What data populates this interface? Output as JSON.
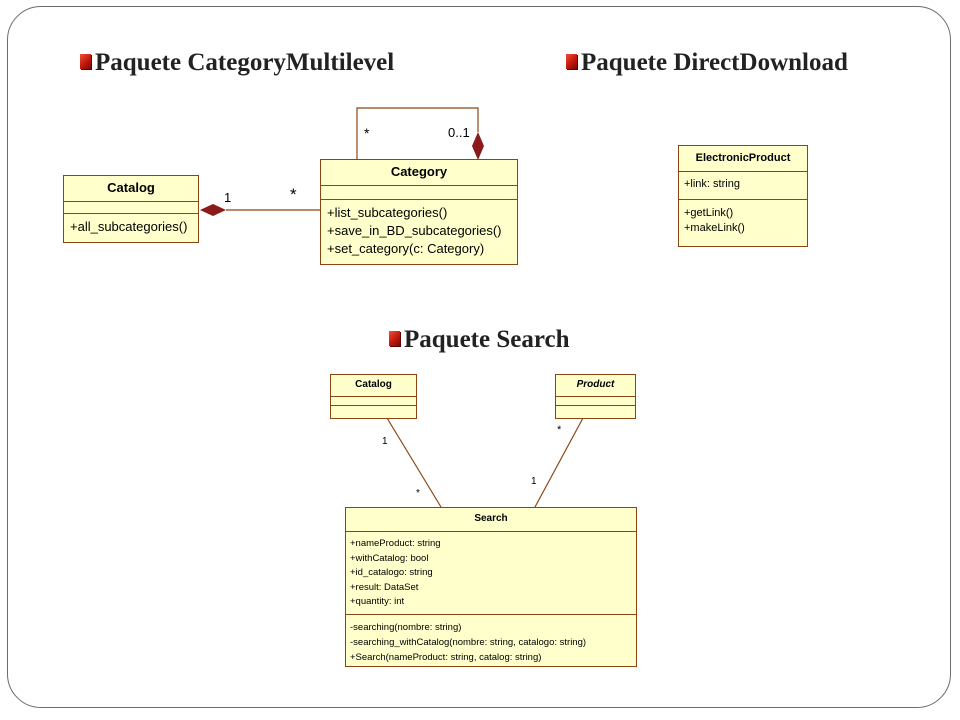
{
  "packages": {
    "category_multilevel": {
      "title": "Paquete CategoryMultilevel"
    },
    "direct_download": {
      "title": "Paquete DirectDownload"
    },
    "search": {
      "title": "Paquete Search"
    }
  },
  "category_multilevel": {
    "catalog": {
      "name": "Catalog",
      "operations": [
        "+all_subcategories()"
      ]
    },
    "category": {
      "name": "Category",
      "operations": [
        "+list_subcategories()",
        "+save_in_BD_subcategories()",
        "+set_category(c: Category)"
      ]
    },
    "multiplicities": {
      "catalog_end": "1",
      "category_end": "*",
      "self_star": "*",
      "self_range": "0..1"
    }
  },
  "direct_download": {
    "electronic_product": {
      "name": "ElectronicProduct",
      "attributes": [
        "+link: string"
      ],
      "operations": [
        "+getLink()",
        "+makeLink()"
      ]
    }
  },
  "search_pkg": {
    "catalog": {
      "name": "Catalog"
    },
    "product": {
      "name": "Product"
    },
    "search": {
      "name": "Search",
      "attributes": [
        "+nameProduct: string",
        "+withCatalog: bool",
        "+id_catalogo: string",
        "+result: DataSet",
        "+quantity: int"
      ],
      "operations": [
        "-searching(nombre: string)",
        "-searching_withCatalog(nombre: string, catalogo: string)",
        "+Search(nameProduct: string, catalog: string)"
      ]
    },
    "multiplicities": {
      "catalog_end": "1",
      "search_from_catalog": "*",
      "product_end": "*",
      "search_from_product": "1"
    }
  },
  "colors": {
    "class_fill": "#ffffcc",
    "class_border": "#8b4513",
    "bullet": "#c0180c"
  }
}
